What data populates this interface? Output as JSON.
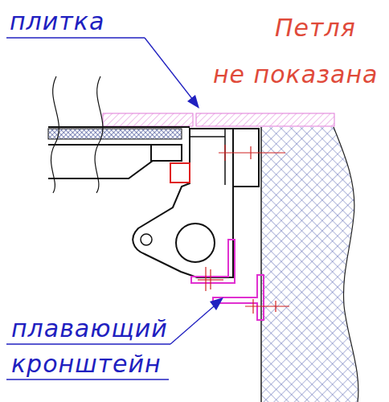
{
  "diagram": {
    "labels": [
      "плитка",
      "Петля",
      "не показана",
      "плавающий",
      "кронштейн"
    ]
  }
}
